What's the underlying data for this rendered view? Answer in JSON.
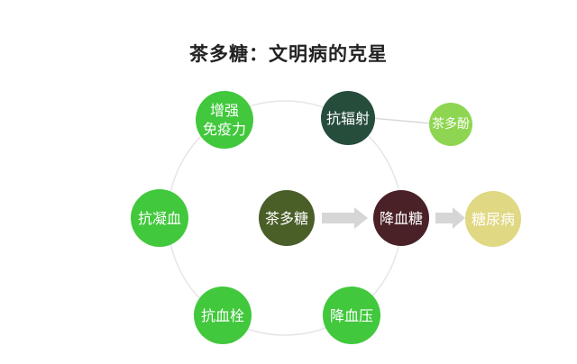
{
  "title": "茶多糖：文明病的克星",
  "colors": {
    "ring": "#e6e6e6",
    "arrow": "#d6d6d6",
    "bright_green": "#41c83c",
    "dark_teal": "#264d3c",
    "light_green": "#8ed651",
    "olive": "#4a5e28",
    "maroon": "#4a2127",
    "khaki": "#e0d883",
    "link": "#d9d9d9"
  },
  "nodes": {
    "immunity": {
      "label": "增强\n免疫力"
    },
    "radiation": {
      "label": "抗辐射"
    },
    "polyphenol": {
      "label": "茶多酚"
    },
    "anticoagulant": {
      "label": "抗凝血"
    },
    "tea_polysaccharide": {
      "label": "茶多糖"
    },
    "lower_glucose": {
      "label": "降血糖"
    },
    "diabetes": {
      "label": "糖尿病"
    },
    "antithrombotic": {
      "label": "抗血栓"
    },
    "lower_pressure": {
      "label": "降血压"
    }
  }
}
